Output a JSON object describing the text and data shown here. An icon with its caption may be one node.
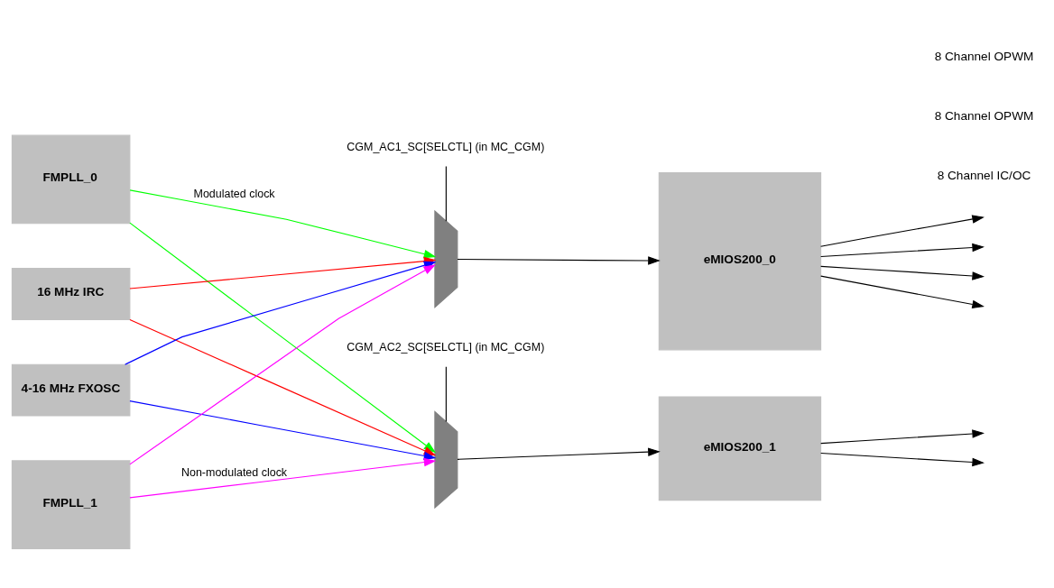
{
  "diagram": {
    "nodes": [
      {
        "text": [
          "FMPLL_0"
        ]
      },
      {
        "text": [
          "16 MHz IRC"
        ]
      },
      {
        "text": [
          "4-16 MHz FXOSC"
        ]
      },
      {
        "text": [
          "FMPLL_1"
        ]
      },
      {
        "text": [],
        "shape": "trapezoid"
      },
      {
        "text": [],
        "shape": "trapezoid"
      },
      {
        "text": [
          "eMIOS200_0"
        ]
      },
      {
        "text": [
          "eMIOS200_1"
        ]
      },
      {
        "text": [
          "CGM_AC1_SC[SELCTL] (in MC_CGM)"
        ]
      },
      {
        "text": [
          "CGM_AC2_SC[SELCTL] (in MC_CGM)"
        ]
      }
    ],
    "edges": [
      {
        "from": 0,
        "to": 4,
        "arrow": "to",
        "label": "Modulated clock",
        "color": "#00ff00"
      },
      {
        "from": 3,
        "to": 4,
        "arrow": "to",
        "color": "#ff00ff"
      },
      {
        "from": 1,
        "to": 4,
        "arrow": "to",
        "color": "#ff0000"
      },
      {
        "from": 2,
        "to": 4,
        "arrow": "to",
        "color": "#0000ff"
      },
      {
        "from": 1,
        "to": 5,
        "arrow": "to",
        "color": "#ff0000"
      },
      {
        "from": 2,
        "to": 5,
        "arrow": "to",
        "color": "#0000ff"
      },
      {
        "from": 0,
        "to": 5,
        "arrow": "to",
        "color": "#00ff00"
      },
      {
        "from": 3,
        "to": 5,
        "arrow": "to",
        "label": "Non-modulated clock",
        "color": "#ff00ff"
      },
      {
        "from": 8,
        "to": 4,
        "arrow": "none"
      },
      {
        "from": 9,
        "to": 5,
        "arrow": "none"
      },
      {
        "from": 4,
        "to": 6,
        "arrow": "to"
      },
      {
        "from": 5,
        "to": 7,
        "arrow": "to"
      },
      {
        "from": 6,
        "to": null,
        "arrow": "to"
      },
      {
        "from": 6,
        "to": null,
        "arrow": "to"
      },
      {
        "from": 6,
        "to": null,
        "arrow": "to"
      },
      {
        "from": 6,
        "to": null,
        "arrow": "to"
      },
      {
        "from": 7,
        "to": null,
        "arrow": "to"
      },
      {
        "from": 7,
        "to": null,
        "arrow": "to"
      }
    ],
    "labels": [
      "8 Channel IC/OC",
      "8 Channel OPWM",
      "8 Channel OPWM"
    ]
  }
}
